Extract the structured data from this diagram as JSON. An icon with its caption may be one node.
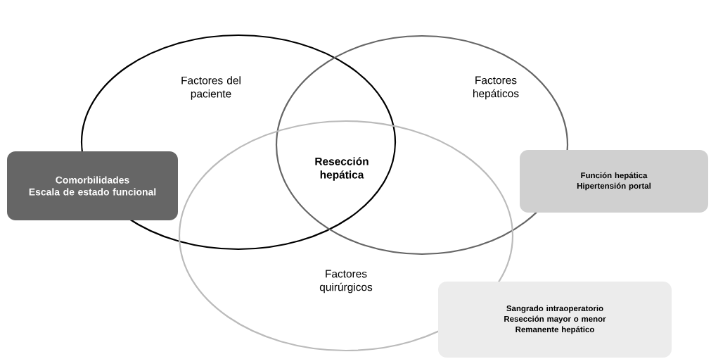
{
  "diagram": {
    "nodes": [
      {
        "text": [
          "Factores del paciente"
        ]
      },
      {
        "text": [
          "Factores hepáticos"
        ]
      },
      {
        "text": [
          "Factores quirúrgicos"
        ]
      },
      {
        "text": [
          "Comorbilidades",
          "Escala de estado funcional"
        ]
      },
      {
        "text": [
          "Función hepática",
          "Hipertensión portal"
        ]
      },
      {
        "text": [
          "Sangrado intraoperatorio",
          "Resección mayor o menor",
          "Remanente hepático"
        ]
      }
    ],
    "edges": [],
    "labels": [
      "Resección hepática"
    ]
  }
}
